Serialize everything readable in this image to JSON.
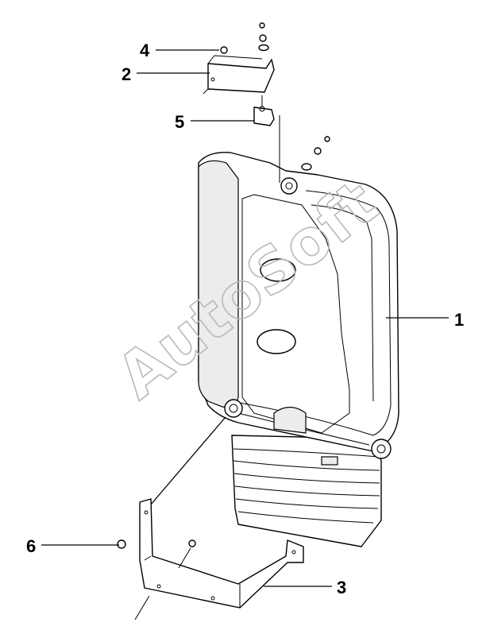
{
  "watermark": "AutoSoft",
  "callouts": [
    {
      "id": "1",
      "label": "1"
    },
    {
      "id": "2",
      "label": "2"
    },
    {
      "id": "3",
      "label": "3"
    },
    {
      "id": "4",
      "label": "4"
    },
    {
      "id": "5",
      "label": "5"
    },
    {
      "id": "6",
      "label": "6"
    }
  ],
  "colors": {
    "line": "#000000",
    "watermark": "#b9b9b9",
    "background": "#ffffff"
  }
}
